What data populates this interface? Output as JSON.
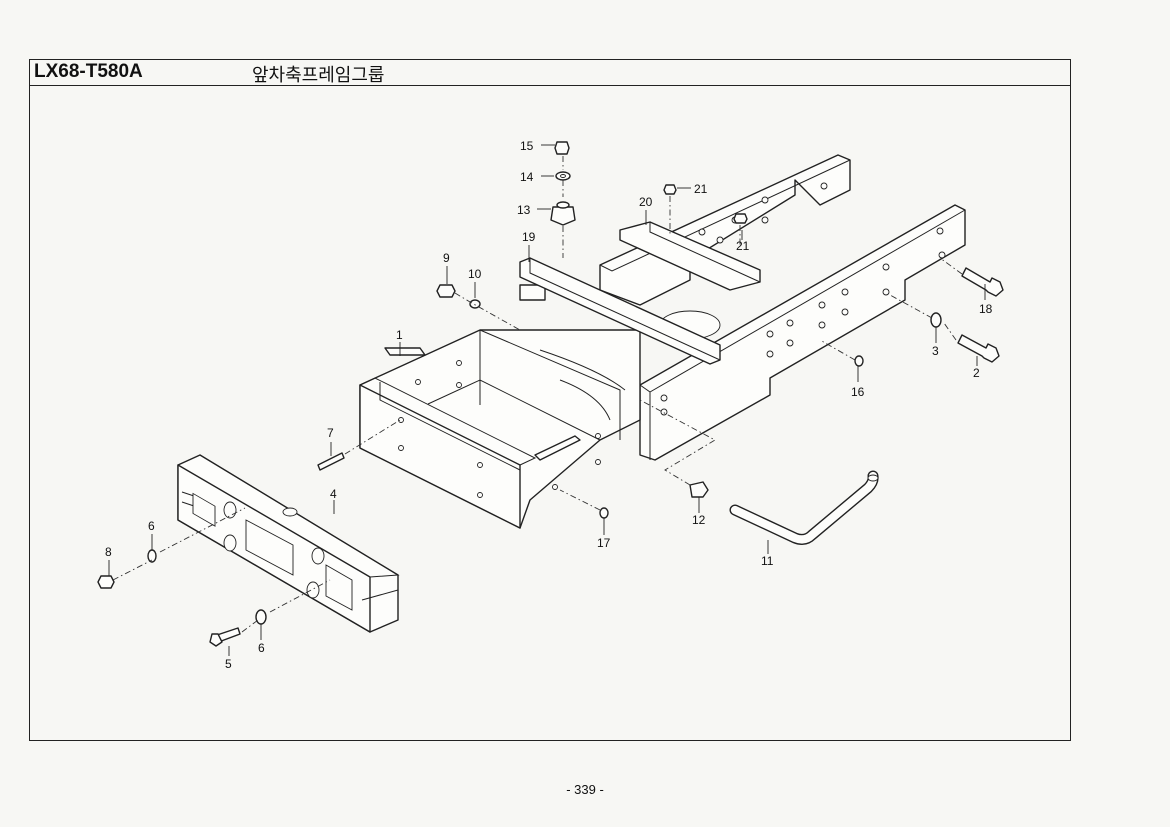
{
  "header": {
    "model": "LX68-T580A",
    "group_name": "앞차축프레임그룹"
  },
  "callouts": [
    {
      "id": "c1",
      "text": "1"
    },
    {
      "id": "c2",
      "text": "2"
    },
    {
      "id": "c3",
      "text": "3"
    },
    {
      "id": "c4",
      "text": "4"
    },
    {
      "id": "c5",
      "text": "5"
    },
    {
      "id": "c6a",
      "text": "6"
    },
    {
      "id": "c6b",
      "text": "6"
    },
    {
      "id": "c7",
      "text": "7"
    },
    {
      "id": "c8",
      "text": "8"
    },
    {
      "id": "c9",
      "text": "9"
    },
    {
      "id": "c10",
      "text": "10"
    },
    {
      "id": "c11",
      "text": "11"
    },
    {
      "id": "c12",
      "text": "12"
    },
    {
      "id": "c13",
      "text": "13"
    },
    {
      "id": "c14",
      "text": "14"
    },
    {
      "id": "c15",
      "text": "15"
    },
    {
      "id": "c16",
      "text": "16"
    },
    {
      "id": "c17",
      "text": "17"
    },
    {
      "id": "c18",
      "text": "18"
    },
    {
      "id": "c19",
      "text": "19"
    },
    {
      "id": "c20",
      "text": "20"
    },
    {
      "id": "c21a",
      "text": "21"
    },
    {
      "id": "c21b",
      "text": "21"
    }
  ],
  "footer": {
    "page_number": "- 339 -"
  }
}
